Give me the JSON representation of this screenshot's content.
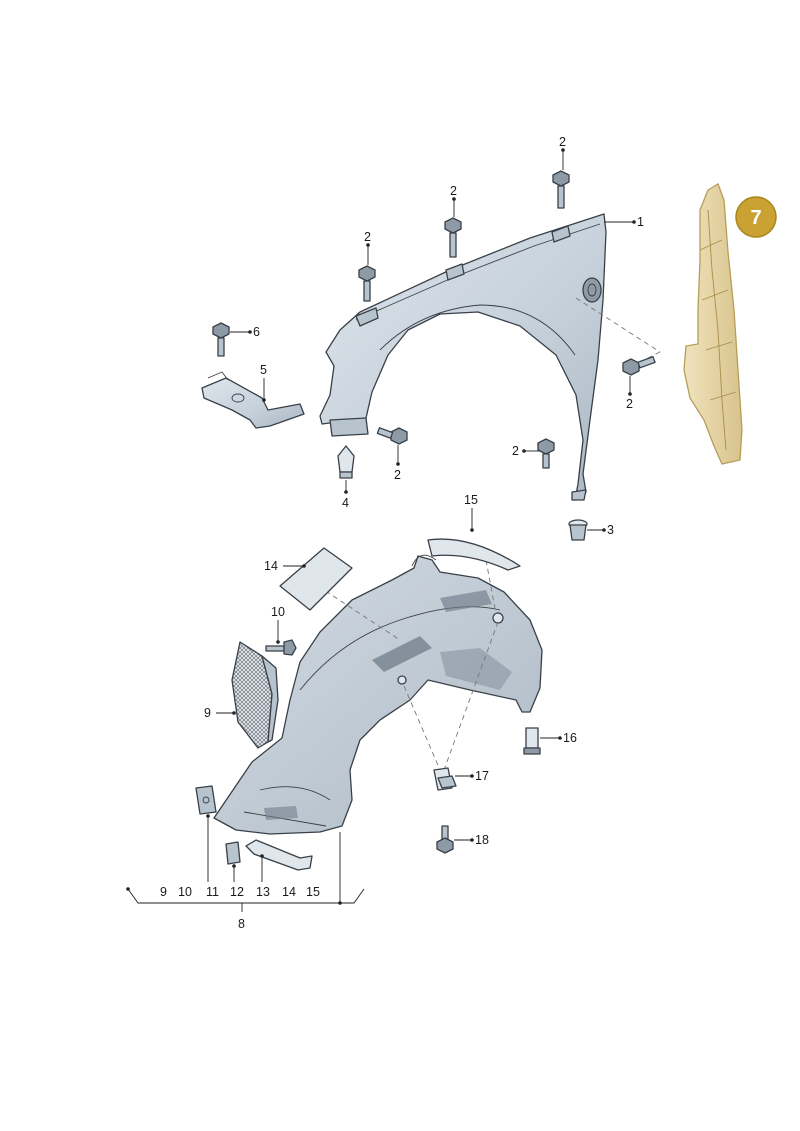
{
  "colors": {
    "part_fill": "#c9d3dc",
    "part_shade": "#9eabb7",
    "part_dark": "#6f7d8a",
    "highlight_part": "#e8d8ac",
    "badge_fill": "#c9a233",
    "badge_text": "#ffffff",
    "label_text": "#1a1a1a"
  },
  "highlight_badge": {
    "label": "7"
  },
  "callouts": {
    "fender": "1",
    "bolt_top_right": "2",
    "bolt_top_mid": "2",
    "bolt_top_left": "2",
    "bolt_right": "2",
    "bolt_lower": "2",
    "bolt_bottom": "2",
    "nut_3": "3",
    "clip_4": "4",
    "bracket_5": "5",
    "bolt_6": "6",
    "grille_9": "9",
    "screw_10": "10",
    "pad_14": "14",
    "pad_15": "15",
    "clip_16": "16",
    "nut_17": "17",
    "screw_18": "18"
  },
  "bottom_group": {
    "items": [
      "9",
      "10",
      "11",
      "12",
      "13",
      "14",
      "15"
    ],
    "group_label": "8"
  }
}
